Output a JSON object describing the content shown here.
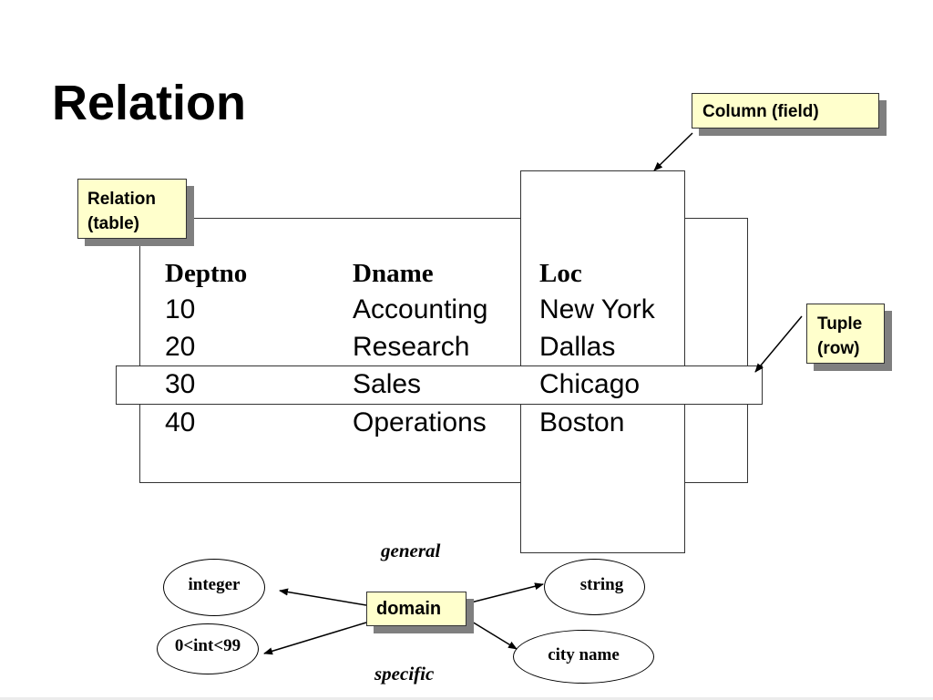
{
  "title": "Relation",
  "callouts": {
    "column": "Column (field)",
    "relation": [
      "Relation",
      "(table)"
    ],
    "tuple": [
      "Tuple",
      "(row)"
    ],
    "domain": "domain"
  },
  "table": {
    "headers": [
      "Deptno",
      "Dname",
      "Loc"
    ],
    "rows": [
      [
        "10",
        "Accounting",
        "New York"
      ],
      [
        "20",
        "Research",
        "Dallas"
      ],
      [
        "30",
        "Sales",
        "Chicago"
      ],
      [
        "40",
        "Operations",
        "Boston"
      ]
    ]
  },
  "domain_diagram": {
    "general_label": "general",
    "specific_label": "specific",
    "nodes": {
      "integer": "integer",
      "range": "0<int<99",
      "string": "string",
      "city": "city name"
    }
  }
}
